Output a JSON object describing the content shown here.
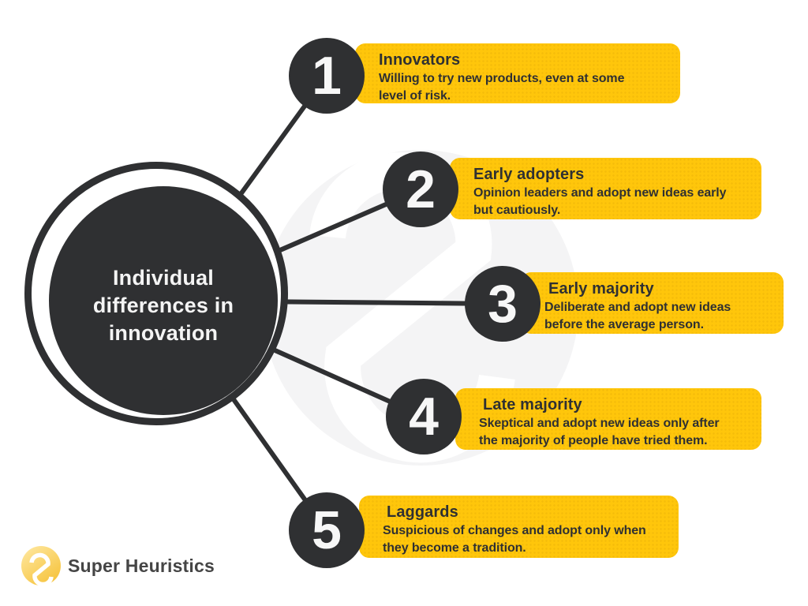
{
  "hub": {
    "title": "Individual\ndifferences in\ninnovation"
  },
  "items": [
    {
      "number": "1",
      "title": "Innovators",
      "description": "Willing to try new products, even at some\nlevel of risk."
    },
    {
      "number": "2",
      "title": "Early adopters",
      "description": "Opinion leaders and adopt new ideas early\nbut cautiously."
    },
    {
      "number": "3",
      "title": "Early majority",
      "description": "Deliberate and adopt new ideas\nbefore the average person."
    },
    {
      "number": "4",
      "title": "Late majority",
      "description": "Skeptical and adopt new ideas only after\nthe majority of people have tried them."
    },
    {
      "number": "5",
      "title": "Laggards",
      "description": "Suspicious of changes and adopt only when\nthey become a tradition."
    }
  ],
  "brand": {
    "name": "Super Heuristics",
    "logo_icon": "super-heuristics-s-glyph"
  },
  "watermark": {
    "icon": "super-heuristics-s-glyph-watermark"
  },
  "colors": {
    "accent_yellow": "#FFC60B",
    "dark": "#2F3032",
    "text_dark": "#2F3032",
    "number_white": "#F7F7F7",
    "watermark_gray": "#F4F4F5",
    "logo_yellow": "#F6C43E",
    "brand_text": "#454545",
    "background": "#FFFFFF"
  }
}
